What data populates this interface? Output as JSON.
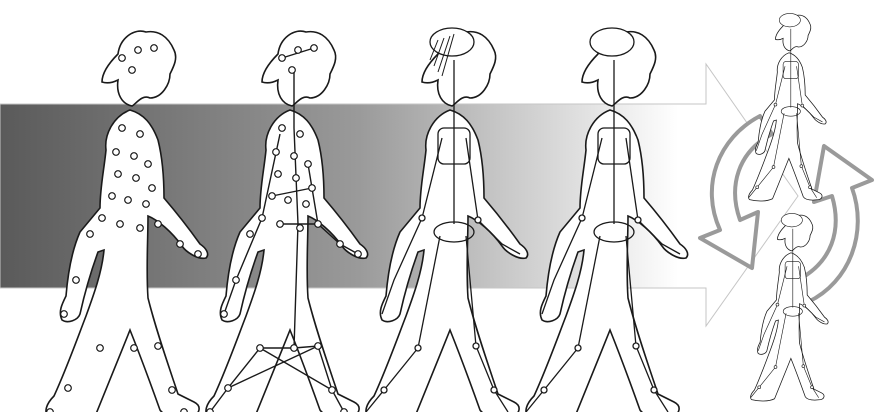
{
  "figure": {
    "stages": [
      {
        "id": "silhouette-markers"
      },
      {
        "id": "marker-segments"
      },
      {
        "id": "bone-model-overlay"
      },
      {
        "id": "skeleton-model"
      }
    ],
    "outputs": [
      {
        "id": "animated-skeleton-frame-1"
      },
      {
        "id": "animated-skeleton-frame-2"
      }
    ],
    "colors": {
      "band_dark": "#5a5a5a",
      "band_light": "#ffffff",
      "outline": "#1a1a1a",
      "cycle_arrow_fill": "#ffffff",
      "cycle_arrow_stroke": "#9a9a9a"
    }
  }
}
